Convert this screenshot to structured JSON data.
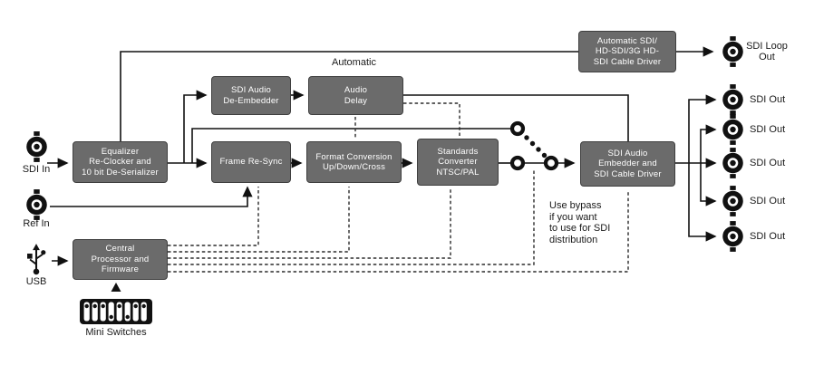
{
  "io": {
    "sdi_in": {
      "label": "SDI In"
    },
    "ref_in": {
      "label": "Ref In"
    },
    "usb": {
      "label": "USB"
    },
    "mini_switches": {
      "label": "Mini Switches"
    },
    "sdi_loop_out": {
      "label": "SDI Loop\nOut"
    },
    "sdi_outs": [
      {
        "label": "SDI Out"
      },
      {
        "label": "SDI Out"
      },
      {
        "label": "SDI Out"
      },
      {
        "label": "SDI Out"
      },
      {
        "label": "SDI Out"
      }
    ]
  },
  "blocks": {
    "equalizer": {
      "label": "Equalizer\nRe-Clocker and\n10 bit De-Serializer"
    },
    "de_embedder": {
      "label": "SDI Audio\nDe-Embedder"
    },
    "audio_delay": {
      "label": "Audio\nDelay"
    },
    "frame_resync": {
      "label": "Frame Re-Sync"
    },
    "format_conversion": {
      "label": "Format Conversion\nUp/Down/Cross"
    },
    "standards_converter": {
      "label": "Standards\nConverter\nNTSC/PAL"
    },
    "sdi_embedder": {
      "label": "SDI Audio\nEmbedder and\nSDI Cable Driver"
    },
    "auto_cable_driver": {
      "label": "Automatic SDI/\nHD-SDI/3G HD-\nSDI Cable Driver"
    },
    "central_processor": {
      "label": "Central\nProcessor and\nFirmware"
    }
  },
  "annotations": {
    "automatic": "Automatic",
    "bypass_note": "Use bypass\nif you want\nto use for SDI\ndistribution"
  },
  "colors": {
    "block_fill": "#6b6b6b",
    "block_border": "#3f3f3f",
    "solid_line": "#111111",
    "dashed_line": "#2b2b2b",
    "background": "#ffffff",
    "block_text": "#ffffff"
  }
}
